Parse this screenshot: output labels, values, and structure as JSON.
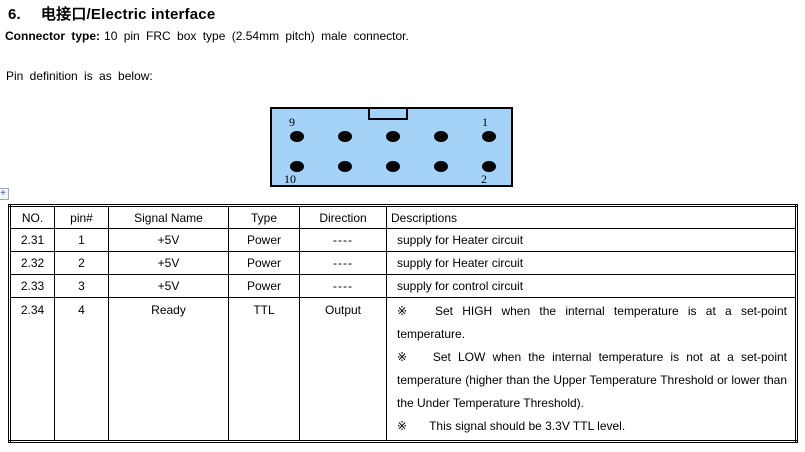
{
  "document": {
    "heading": {
      "number": "6.",
      "title": "电接口/Electric interface"
    },
    "connector_line": {
      "label": "Connector type:",
      "text": "10 pin FRC box type (2.54mm  pitch) male connector."
    },
    "pin_definition": "Pin definition  is as below:"
  },
  "connector_diagram": {
    "fill_color": "#A5D2F7",
    "border_color": "#000000",
    "pin_rows": 2,
    "pin_cols": 5,
    "pin_labels": {
      "top_left": "9",
      "top_right": "1",
      "bottom_left": "10",
      "bottom_right": "2"
    }
  },
  "anchor_icon": "+",
  "pin_table": {
    "headers": {
      "no": "NO.",
      "pin": "pin#",
      "signal": "Signal Name",
      "type": "Type",
      "direction": "Direction",
      "descriptions": "Descriptions"
    },
    "rows": [
      {
        "no": "2.31",
        "pin": "1",
        "signal": "+5V",
        "type": "Power",
        "direction": "----",
        "description": "supply for Heater circuit"
      },
      {
        "no": "2.32",
        "pin": "2",
        "signal": "+5V",
        "type": "Power",
        "direction": "----",
        "description": "supply for Heater circuit"
      },
      {
        "no": "2.33",
        "pin": "3",
        "signal": "+5V",
        "type": "Power",
        "direction": "----",
        "description": "supply for control circuit"
      },
      {
        "no": "2.34",
        "pin": "4",
        "signal": "Ready",
        "type": "TTL",
        "direction": "Output",
        "description_items": [
          {
            "marker": "※",
            "text": "Set HIGH when the internal temperature is at a set-point temperature."
          },
          {
            "marker": "※",
            "text": "Set LOW when the internal temperature is not at a set-point temperature (higher than the Upper Temperature Threshold or lower than the Under Temperature Threshold)."
          },
          {
            "marker": "※",
            "text": "This signal should be 3.3V TTL level."
          }
        ]
      }
    ]
  }
}
